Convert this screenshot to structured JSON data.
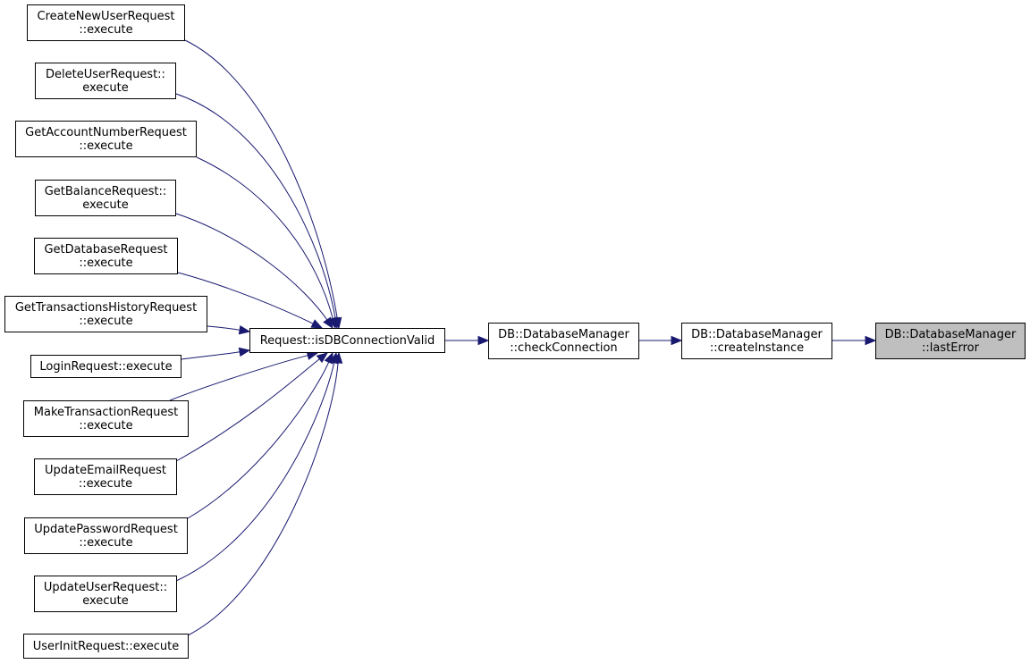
{
  "graph": {
    "edge_color": "#191970",
    "node_border_color": "#000000",
    "focus_fill_color": "#bfbfbf",
    "nodes": [
      {
        "id": "n0",
        "lines": [
          "CreateNewUserRequest",
          "::execute"
        ]
      },
      {
        "id": "n1",
        "lines": [
          "DeleteUserRequest::",
          "execute"
        ]
      },
      {
        "id": "n2",
        "lines": [
          "GetAccountNumberRequest",
          "::execute"
        ]
      },
      {
        "id": "n3",
        "lines": [
          "GetBalanceRequest::",
          "execute"
        ]
      },
      {
        "id": "n4",
        "lines": [
          "GetDatabaseRequest",
          "::execute"
        ]
      },
      {
        "id": "n5",
        "lines": [
          "GetTransactionsHistoryRequest",
          "::execute"
        ]
      },
      {
        "id": "n6",
        "lines": [
          "LoginRequest::execute"
        ]
      },
      {
        "id": "n7",
        "lines": [
          "MakeTransactionRequest",
          "::execute"
        ]
      },
      {
        "id": "n8",
        "lines": [
          "UpdateEmailRequest",
          "::execute"
        ]
      },
      {
        "id": "n9",
        "lines": [
          "UpdatePasswordRequest",
          "::execute"
        ]
      },
      {
        "id": "n10",
        "lines": [
          "UpdateUserRequest::",
          "execute"
        ]
      },
      {
        "id": "n11",
        "lines": [
          "UserInitRequest::execute"
        ]
      },
      {
        "id": "hub",
        "lines": [
          "Request::isDBConnectionValid"
        ]
      },
      {
        "id": "cc",
        "lines": [
          "DB::DatabaseManager",
          "::checkConnection"
        ]
      },
      {
        "id": "ci",
        "lines": [
          "DB::DatabaseManager",
          "::createInstance"
        ]
      },
      {
        "id": "le",
        "lines": [
          "DB::DatabaseManager",
          "::lastError"
        ]
      }
    ],
    "edges": [
      {
        "from": "n0",
        "to": "hub"
      },
      {
        "from": "n1",
        "to": "hub"
      },
      {
        "from": "n2",
        "to": "hub"
      },
      {
        "from": "n3",
        "to": "hub"
      },
      {
        "from": "n4",
        "to": "hub"
      },
      {
        "from": "n5",
        "to": "hub"
      },
      {
        "from": "n6",
        "to": "hub"
      },
      {
        "from": "n7",
        "to": "hub"
      },
      {
        "from": "n8",
        "to": "hub"
      },
      {
        "from": "n9",
        "to": "hub"
      },
      {
        "from": "n10",
        "to": "hub"
      },
      {
        "from": "n11",
        "to": "hub"
      },
      {
        "from": "hub",
        "to": "cc"
      },
      {
        "from": "cc",
        "to": "ci"
      },
      {
        "from": "ci",
        "to": "le"
      }
    ],
    "focus_node": "le"
  }
}
